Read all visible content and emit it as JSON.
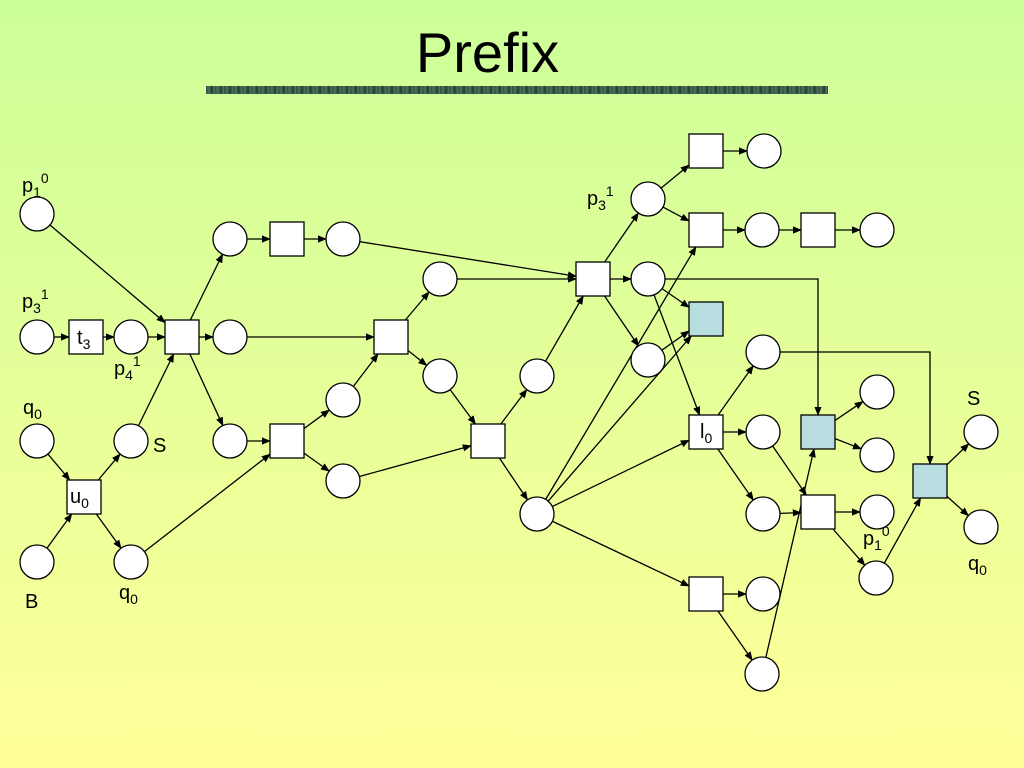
{
  "title": "Prefix",
  "colors": {
    "highlight": "#b7dde0",
    "bg_top": "#ccff99",
    "bg_bottom": "#ffff99"
  },
  "labels": {
    "p1_0_left": {
      "base": "p",
      "sub": "1",
      "sup": "0"
    },
    "p3_1_left": {
      "base": "p",
      "sub": "3",
      "sup": "1"
    },
    "t3": {
      "base": "t",
      "sub": "3",
      "sup": ""
    },
    "p4_1": {
      "base": "p",
      "sub": "4",
      "sup": "1"
    },
    "q0_left": {
      "base": "q",
      "sub": "0",
      "sup": ""
    },
    "S_left": {
      "base": "S",
      "sub": "",
      "sup": ""
    },
    "u0": {
      "base": "u",
      "sub": "0",
      "sup": ""
    },
    "B": {
      "base": "B",
      "sub": "",
      "sup": ""
    },
    "q0_mid": {
      "base": "q",
      "sub": "0",
      "sup": ""
    },
    "p3_1_right": {
      "base": "p",
      "sub": "3",
      "sup": "1"
    },
    "l0": {
      "base": "l",
      "sub": "0",
      "sup": ""
    },
    "p1_0_right": {
      "base": "p",
      "sub": "1",
      "sup": "0"
    },
    "S_right": {
      "base": "S",
      "sub": "",
      "sup": ""
    },
    "q0_right": {
      "base": "q",
      "sub": "0",
      "sup": ""
    }
  }
}
